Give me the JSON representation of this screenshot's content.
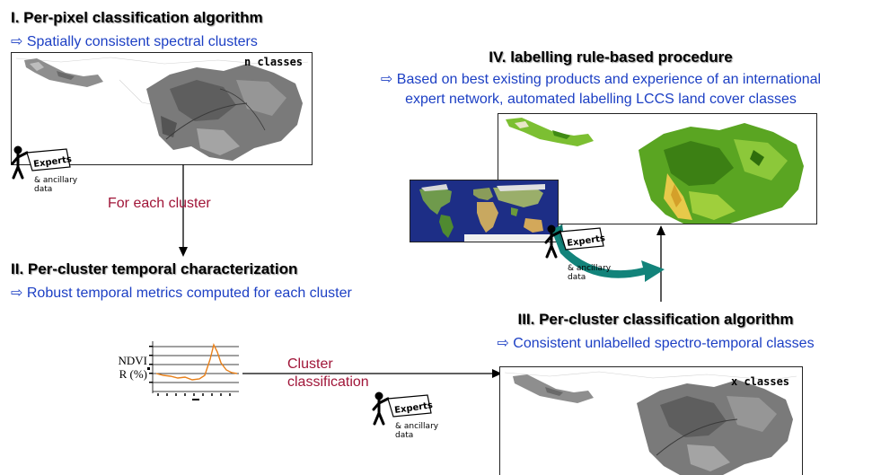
{
  "step1": {
    "title": "I. Per-pixel classification algorithm",
    "subtitle": "Spatially consistent spectral clusters",
    "map_label": "n classes"
  },
  "step2": {
    "title": "II. Per-cluster temporal characterization",
    "subtitle": "Robust temporal metrics computed for each cluster"
  },
  "step3": {
    "title": "III. Per-cluster classification algorithm",
    "subtitle": "Consistent unlabelled spectro-temporal classes",
    "map_label": "x classes"
  },
  "step4": {
    "title": "IV. labelling rule-based procedure",
    "subtitle_line1": "Based on best existing products and experience of an international",
    "subtitle_line2": "expert network, automated labelling LCCS land cover classes"
  },
  "arrow_symbol": "⇨",
  "connectors": {
    "for_each_cluster": "For each cluster",
    "cluster_line1": "Cluster",
    "cluster_line2": "classification"
  },
  "experts": {
    "sign_text": "Experts",
    "note_line1": "& ancillary",
    "note_line2": "data"
  },
  "ndvi_chart": {
    "ylabel_line1": "NDVI",
    "ylabel_line2": "R (%)"
  },
  "colors": {
    "title_text": "#000000",
    "subtitle_blue": "#1c3fc4",
    "connector_red": "#a01538",
    "map_gray": "#707070",
    "map_green": "#4f9a1c",
    "teal_arrow": "#12837a",
    "ndvi_line": "#e8801a"
  },
  "icons": [
    "right-arrow-icon",
    "expert-figure-icon",
    "world-map-image",
    "teal-curved-arrow-icon"
  ]
}
